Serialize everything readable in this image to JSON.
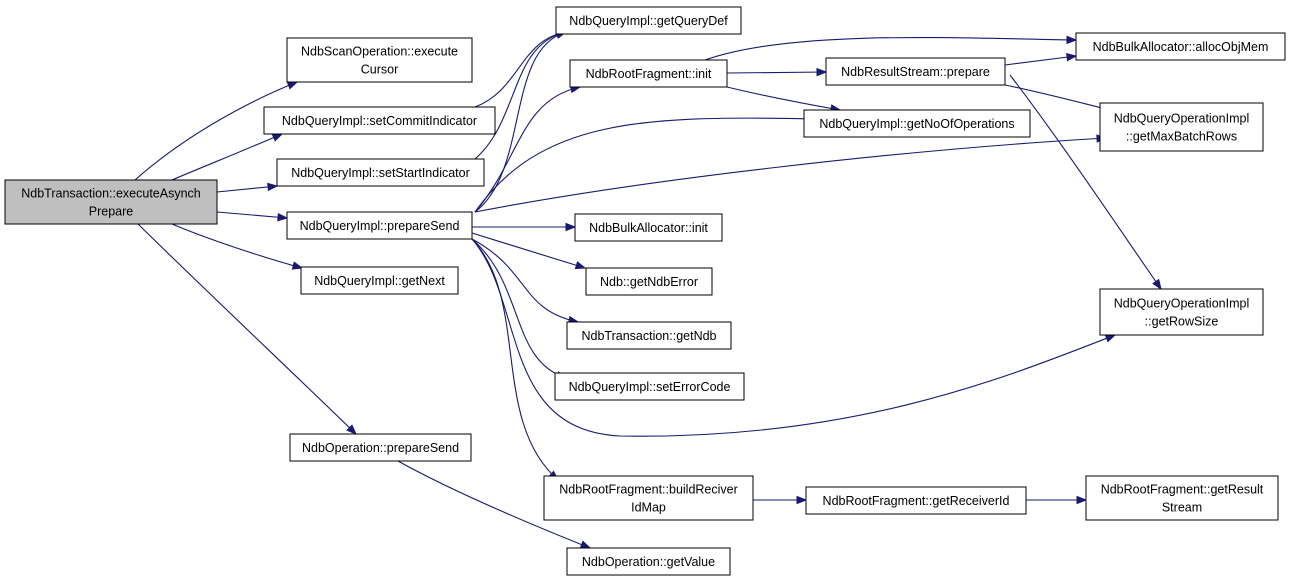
{
  "diagram": {
    "nodes": [
      {
        "id": "root",
        "lines": [
          "NdbTransaction::executeAsynch",
          "Prepare"
        ],
        "root": true
      },
      {
        "id": "scanExec",
        "lines": [
          "NdbScanOperation::execute",
          "Cursor"
        ]
      },
      {
        "id": "setCommit",
        "lines": [
          "NdbQueryImpl::setCommitIndicator"
        ]
      },
      {
        "id": "setStart",
        "lines": [
          "NdbQueryImpl::setStartIndicator"
        ]
      },
      {
        "id": "prepSend",
        "lines": [
          "NdbQueryImpl::prepareSend"
        ]
      },
      {
        "id": "getNext",
        "lines": [
          "NdbQueryImpl::getNext"
        ]
      },
      {
        "id": "opPrep",
        "lines": [
          "NdbOperation::prepareSend"
        ]
      },
      {
        "id": "getQueryDef",
        "lines": [
          "NdbQueryImpl::getQueryDef"
        ]
      },
      {
        "id": "rootInit",
        "lines": [
          "NdbRootFragment::init"
        ]
      },
      {
        "id": "bulkInit",
        "lines": [
          "NdbBulkAllocator::init"
        ]
      },
      {
        "id": "getNdbError",
        "lines": [
          "Ndb::getNdbError"
        ]
      },
      {
        "id": "getNdb",
        "lines": [
          "NdbTransaction::getNdb"
        ]
      },
      {
        "id": "setErr",
        "lines": [
          "NdbQueryImpl::setErrorCode"
        ]
      },
      {
        "id": "buildRecv",
        "lines": [
          "NdbRootFragment::buildReciver",
          "IdMap"
        ]
      },
      {
        "id": "getValue",
        "lines": [
          "NdbOperation::getValue"
        ]
      },
      {
        "id": "rsPrep",
        "lines": [
          "NdbResultStream::prepare"
        ]
      },
      {
        "id": "getNoOps",
        "lines": [
          "NdbQueryImpl::getNoOfOperations"
        ]
      },
      {
        "id": "getRecvId",
        "lines": [
          "NdbRootFragment::getReceiverId"
        ]
      },
      {
        "id": "alloc",
        "lines": [
          "NdbBulkAllocator::allocObjMem"
        ]
      },
      {
        "id": "maxBatch",
        "lines": [
          "NdbQueryOperationImpl",
          "::getMaxBatchRows"
        ]
      },
      {
        "id": "rowSize",
        "lines": [
          "NdbQueryOperationImpl",
          "::getRowSize"
        ]
      },
      {
        "id": "getResStream",
        "lines": [
          "NdbRootFragment::getResult",
          "Stream"
        ]
      }
    ],
    "edges": [
      {
        "from": "root",
        "to": "scanExec"
      },
      {
        "from": "root",
        "to": "setCommit"
      },
      {
        "from": "root",
        "to": "setStart"
      },
      {
        "from": "root",
        "to": "prepSend"
      },
      {
        "from": "root",
        "to": "getNext"
      },
      {
        "from": "root",
        "to": "opPrep"
      },
      {
        "from": "setCommit",
        "to": "getQueryDef"
      },
      {
        "from": "setStart",
        "to": "getQueryDef"
      },
      {
        "from": "prepSend",
        "to": "getQueryDef"
      },
      {
        "from": "prepSend",
        "to": "rootInit"
      },
      {
        "from": "prepSend",
        "to": "getNoOps"
      },
      {
        "from": "prepSend",
        "to": "maxBatch"
      },
      {
        "from": "prepSend",
        "to": "bulkInit"
      },
      {
        "from": "prepSend",
        "to": "getNdbError"
      },
      {
        "from": "prepSend",
        "to": "getNdb"
      },
      {
        "from": "prepSend",
        "to": "setErr"
      },
      {
        "from": "prepSend",
        "to": "rowSize"
      },
      {
        "from": "prepSend",
        "to": "buildRecv"
      },
      {
        "from": "rootInit",
        "to": "alloc"
      },
      {
        "from": "rootInit",
        "to": "rsPrep"
      },
      {
        "from": "rootInit",
        "to": "getNoOps"
      },
      {
        "from": "rsPrep",
        "to": "alloc"
      },
      {
        "from": "rsPrep",
        "to": "maxBatch"
      },
      {
        "from": "rsPrep",
        "to": "rowSize"
      },
      {
        "from": "buildRecv",
        "to": "getRecvId"
      },
      {
        "from": "getRecvId",
        "to": "getResStream"
      },
      {
        "from": "opPrep",
        "to": "getValue"
      }
    ]
  }
}
